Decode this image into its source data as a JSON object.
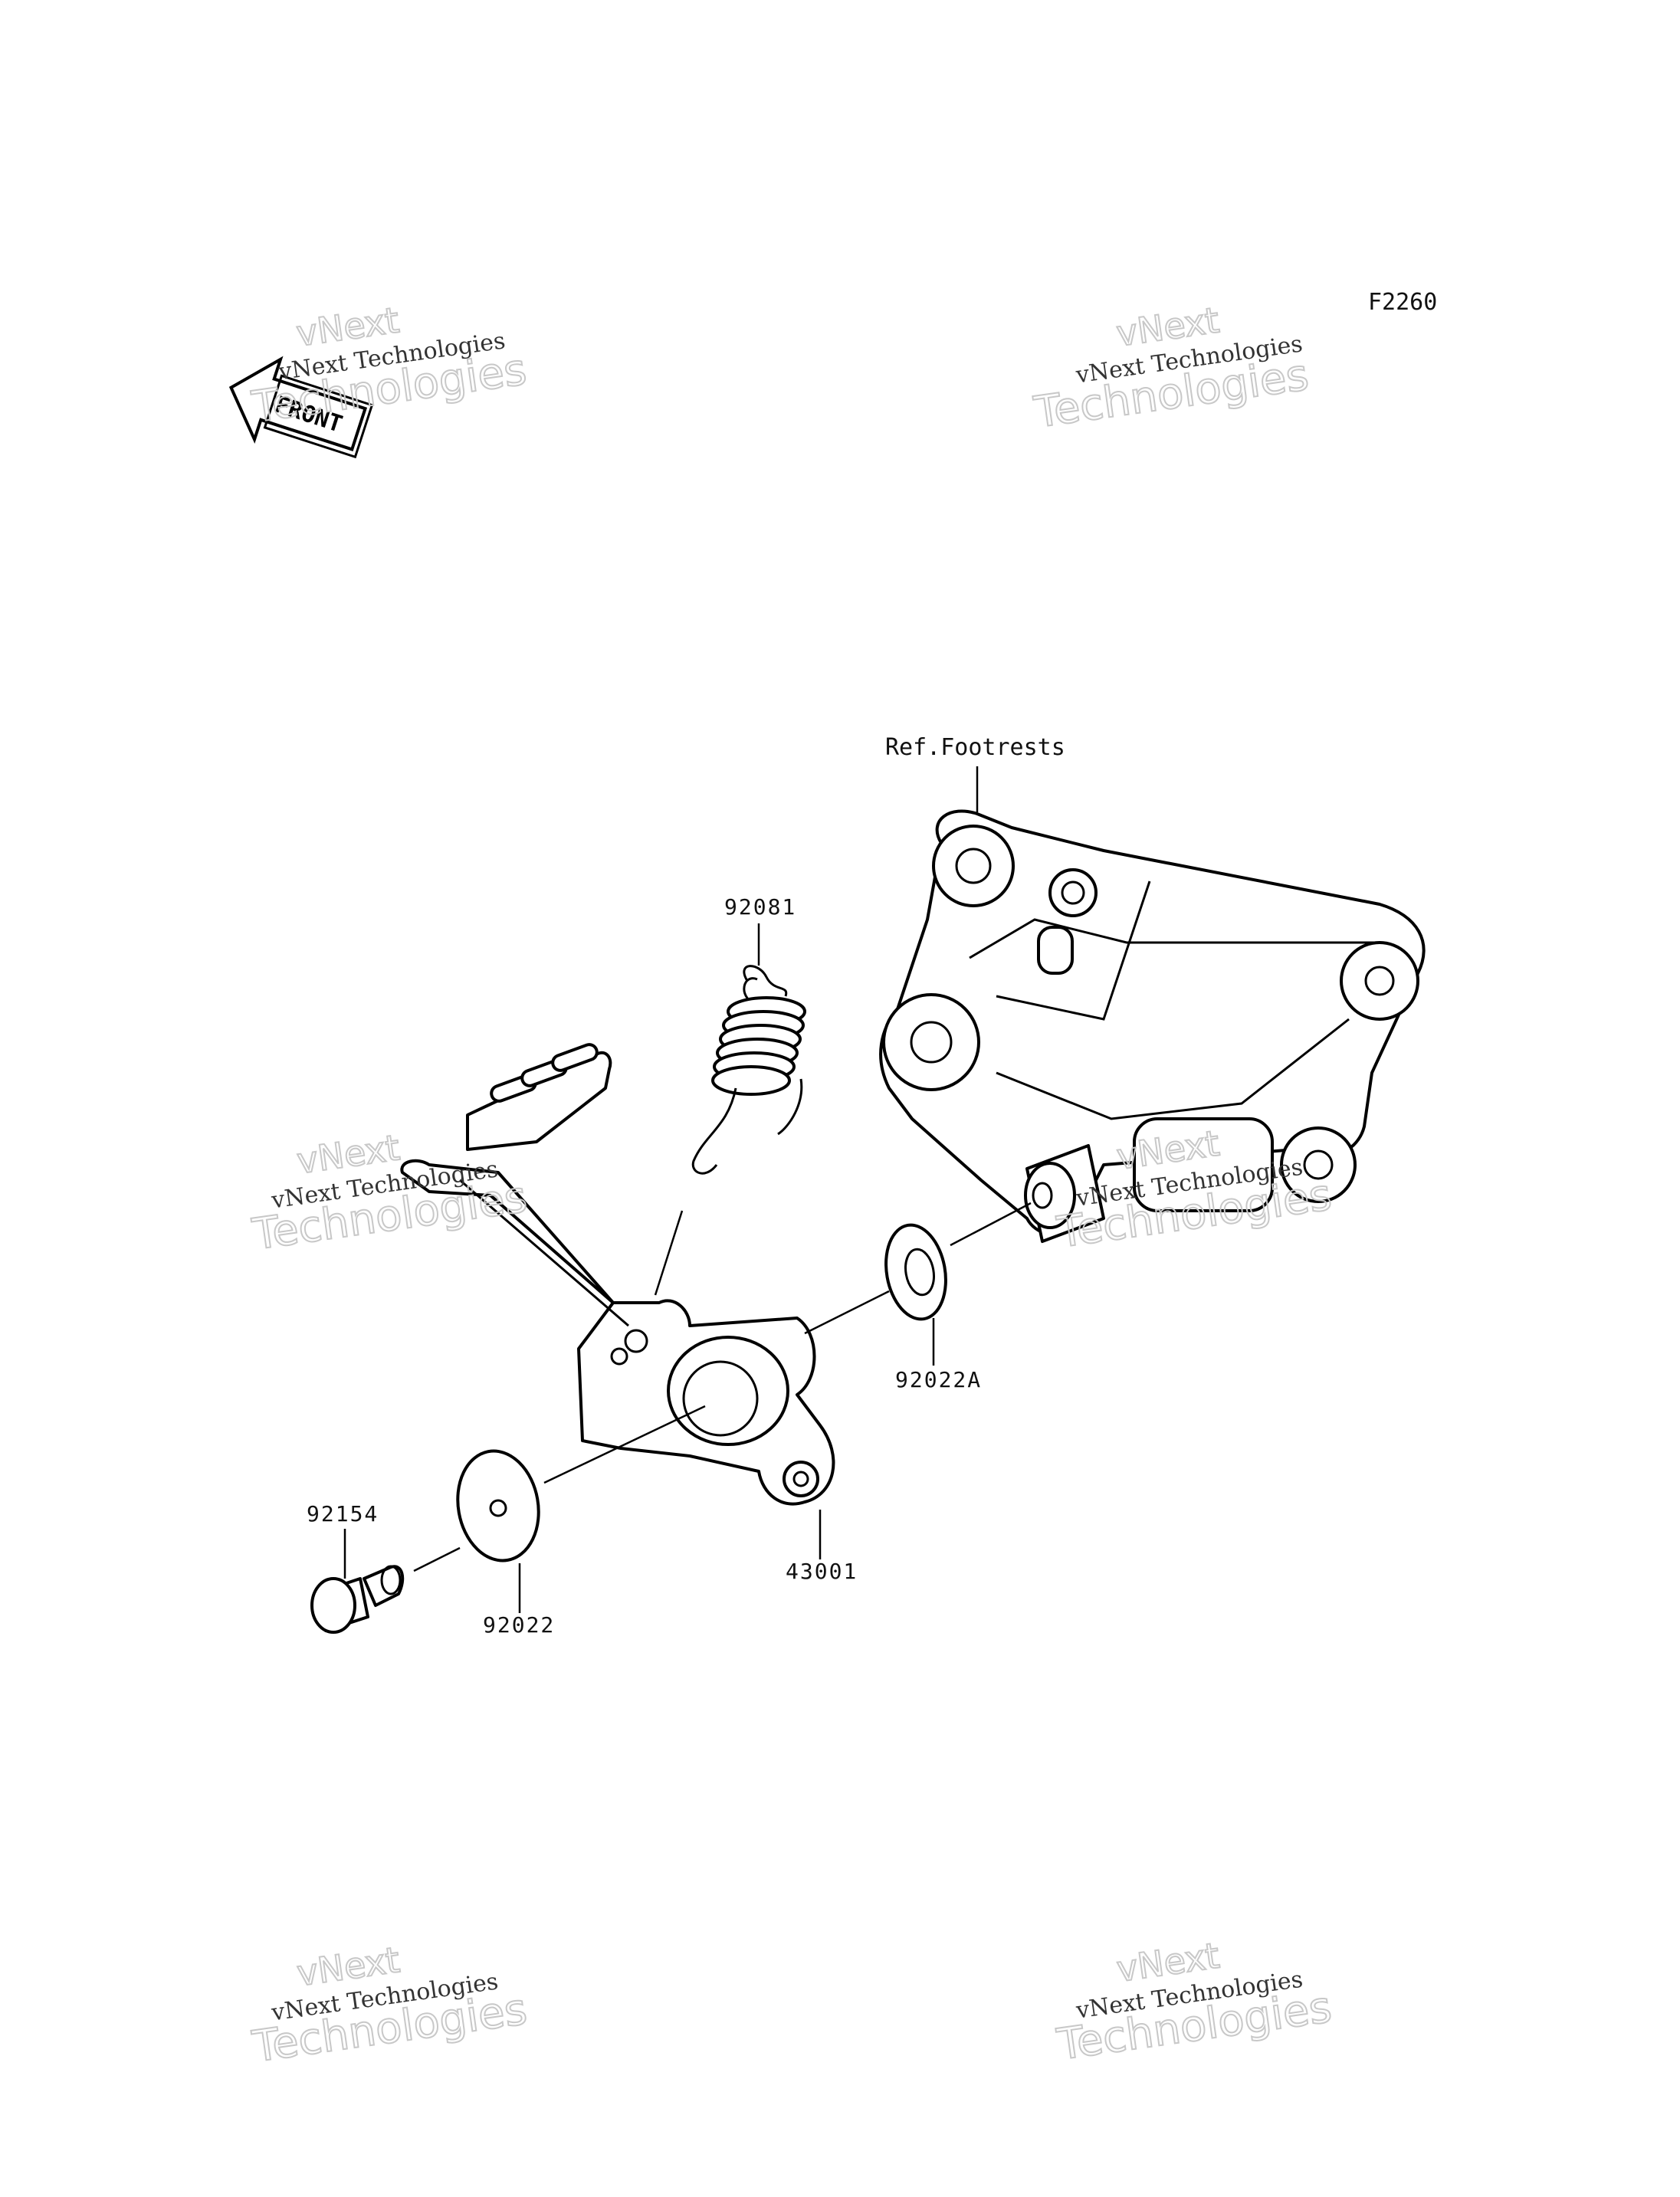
{
  "figure_code": "F2260",
  "reference_label": "Ref.Footrests",
  "front_label": "FRONT",
  "part_numbers": {
    "spring": "92081",
    "washer_a": "92022A",
    "pedal": "43001",
    "bolt": "92154",
    "washer": "92022"
  },
  "watermark": {
    "line1": "vNext Technologies",
    "big_top": "vNext",
    "big_bottom": "Technologies"
  }
}
